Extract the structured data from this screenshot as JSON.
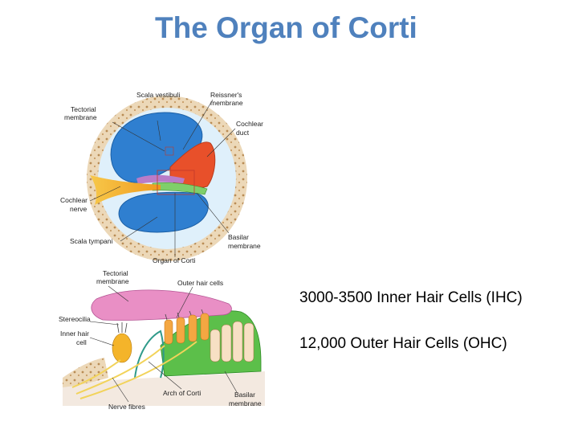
{
  "title": "The Organ of Corti",
  "facts": [
    "3000-3500 Inner Hair Cells (IHC)",
    "12,000 Outer Hair Cells (OHC)"
  ],
  "diagram_top": {
    "labels": {
      "scala_vestibuli": "Scala vestibuli",
      "reissners_1": "Reissner's",
      "reissners_2": "membrane",
      "tectorial_1": "Tectorial",
      "tectorial_2": "membrane",
      "cochlear_duct_1": "Cochlear",
      "cochlear_duct_2": "duct",
      "cochlear_nerve_1": "Cochlear",
      "cochlear_nerve_2": "nerve",
      "scala_tympani": "Scala tympani",
      "basilar_1": "Basilar",
      "basilar_2": "membrane",
      "organ_of_corti": "Organ of Corti"
    }
  },
  "diagram_bottom": {
    "labels": {
      "tectorial_1": "Tectorial",
      "tectorial_2": "membrane",
      "outer_hair_cells": "Outer hair cells",
      "stereocilia": "Stereocilia",
      "inner_hair_1": "Inner hair",
      "inner_hair_2": "cell",
      "arch_of_corti": "Arch of Corti",
      "basilar_1": "Basilar",
      "basilar_2": "membrane",
      "nerve_fibres": "Nerve fibres"
    }
  },
  "colors": {
    "title": "#4f81bd",
    "bone": "#e8d2b0",
    "scala_blue": "#2f7fd0",
    "duct_red": "#e8502a",
    "nerve_yellow": "#f4b42a",
    "tectorial_pink": "#e98fc5",
    "cell_green": "#5cbf4a"
  }
}
